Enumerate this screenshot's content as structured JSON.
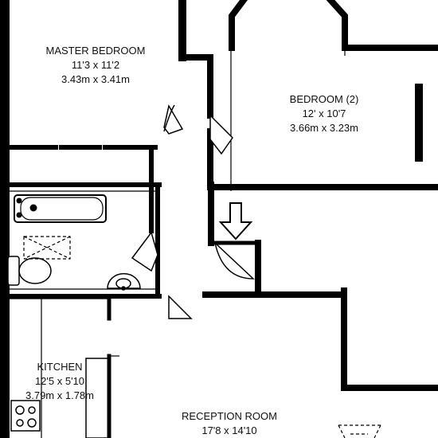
{
  "colors": {
    "wall": "#000000",
    "floor": "#ffffff",
    "fixture": "#000000"
  },
  "rooms": {
    "master_bedroom": {
      "name": "MASTER BEDROOM",
      "imperial": "11'3 x 11'2",
      "metric": "3.43m x 3.41m"
    },
    "bedroom2": {
      "name": "BEDROOM (2)",
      "imperial": "12' x 10'7",
      "metric": "3.66m x 3.23m"
    },
    "kitchen": {
      "name": "KITCHEN",
      "imperial": "12'5 x 5'10",
      "metric": "3.79m x 1.78m"
    },
    "reception": {
      "name": "RECEPTION ROOM",
      "imperial": "17'8 x 14'10"
    }
  },
  "symbols": {
    "entrance_arrow": "down-arrow-icon",
    "hob": "hob-icon",
    "bath": "bath-icon",
    "toilet": "toilet-icon",
    "basin": "basin-icon"
  }
}
